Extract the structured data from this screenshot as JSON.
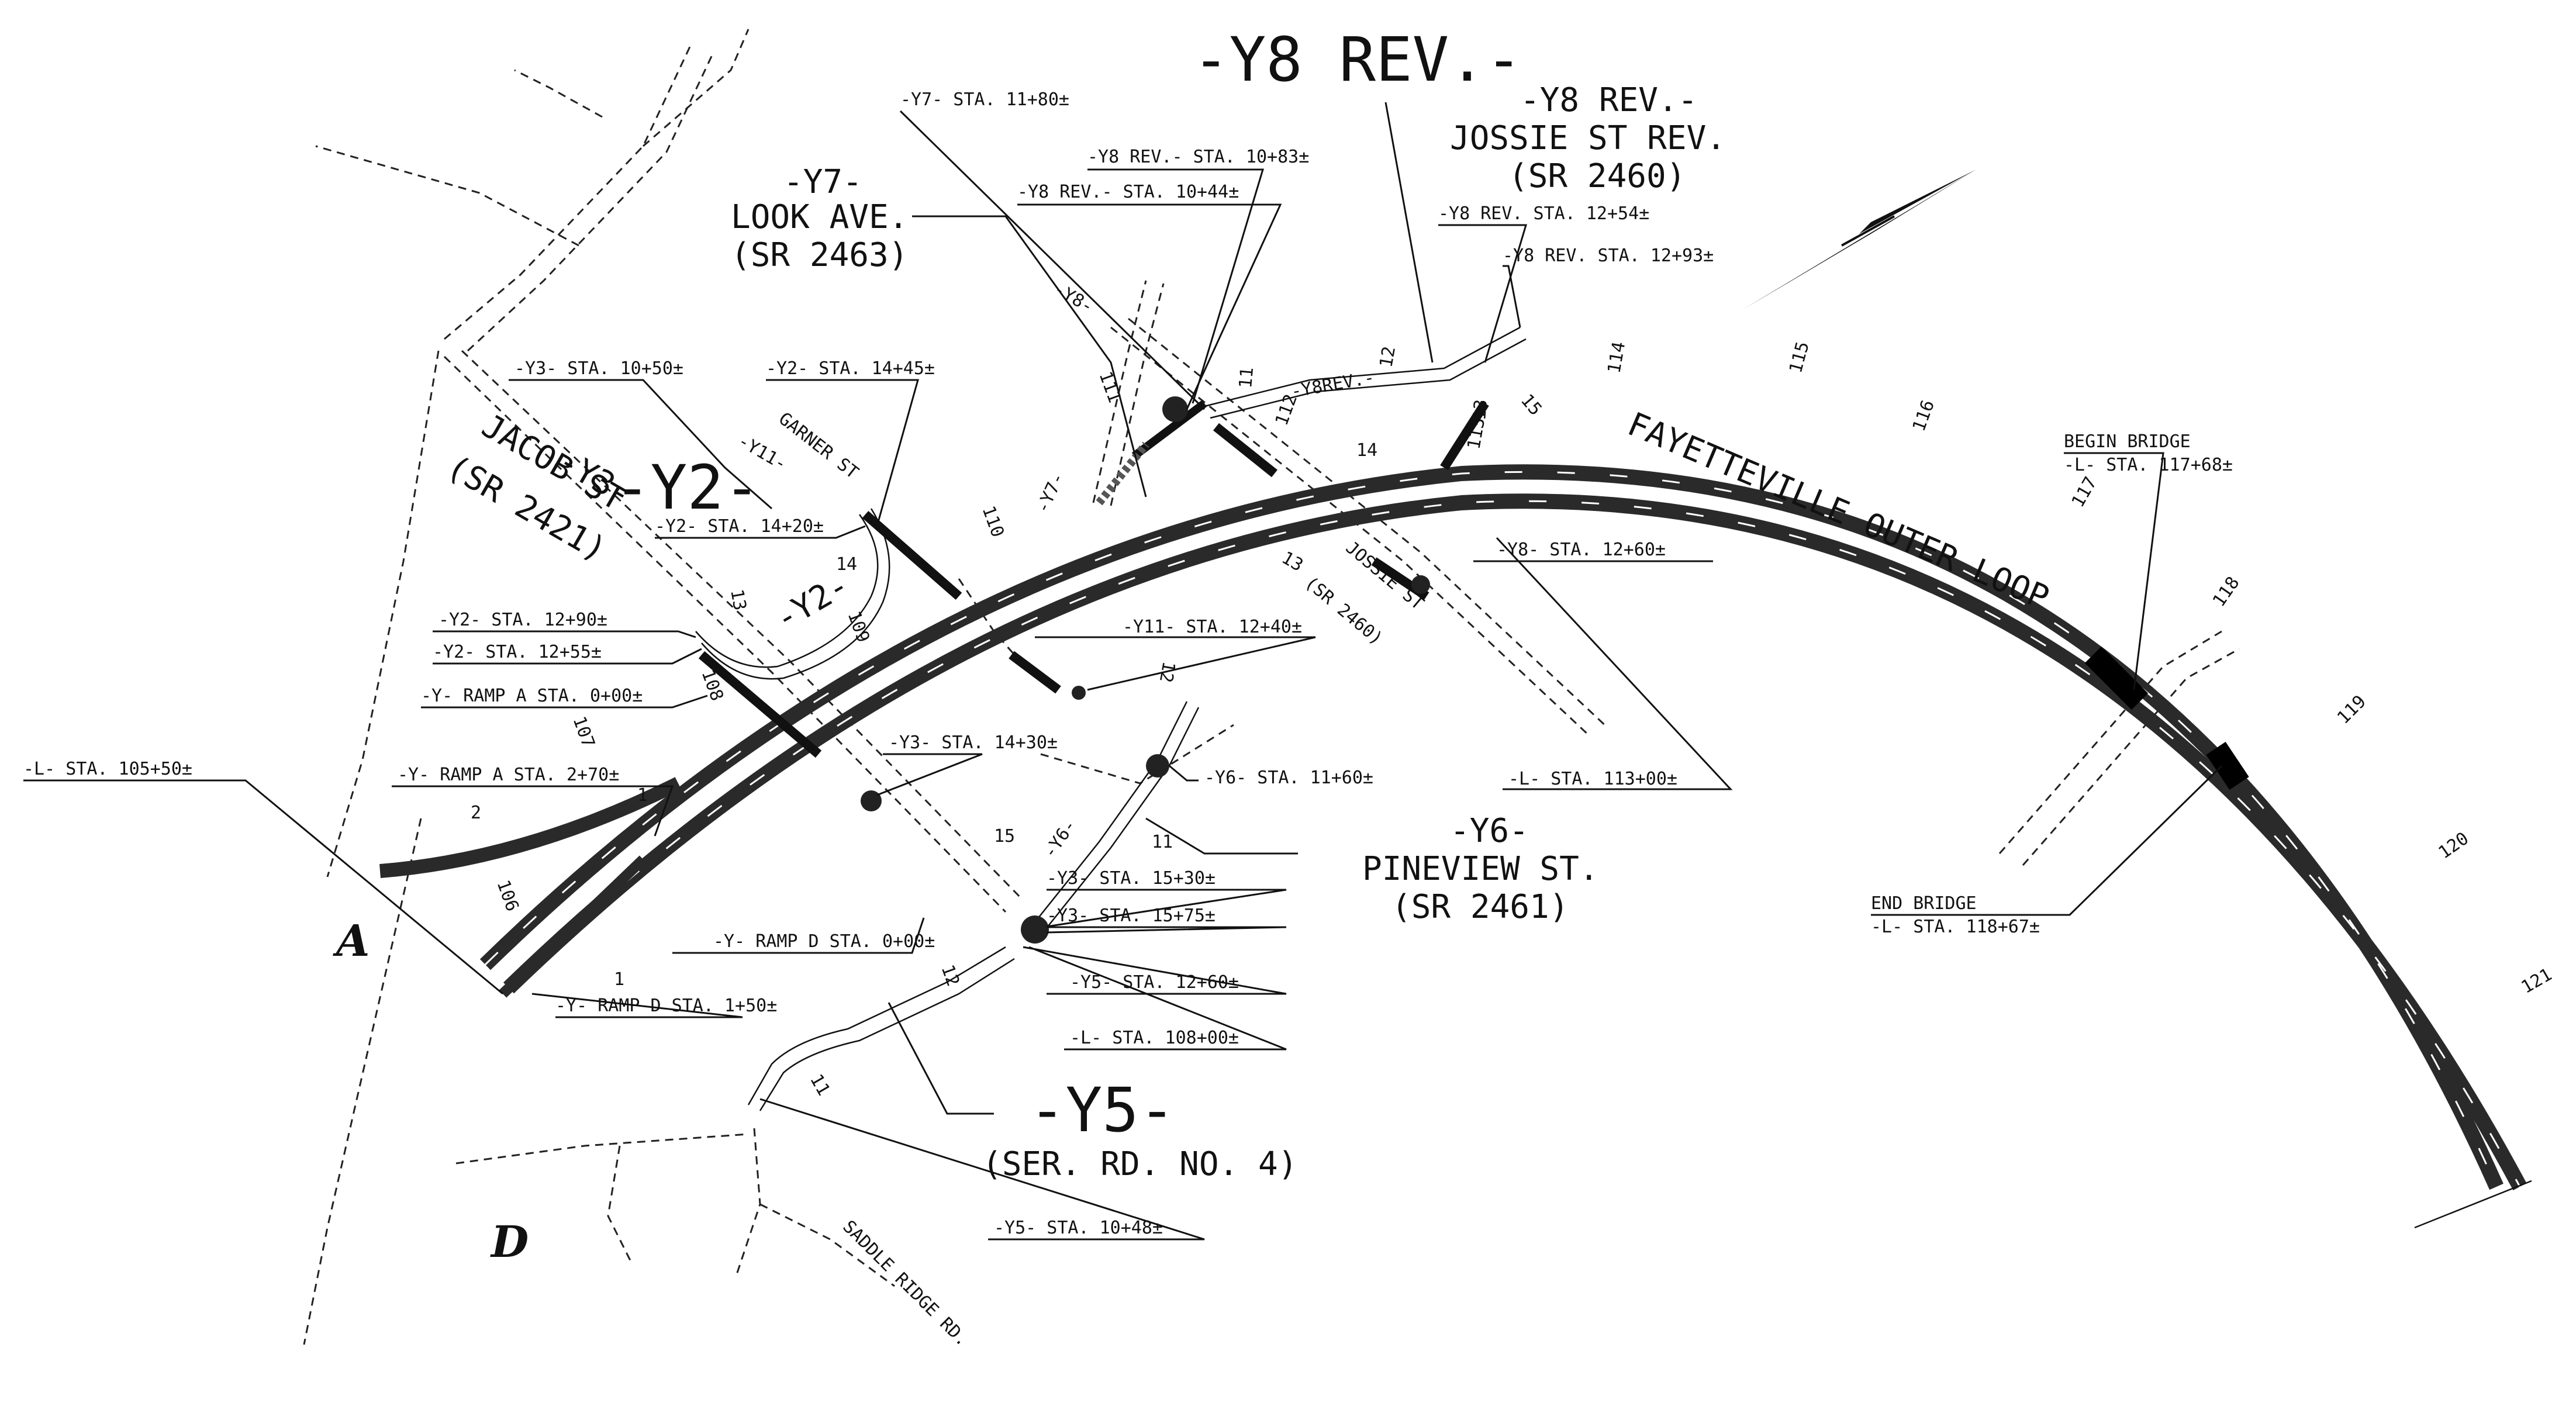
{
  "title": "-Y8 REV.-",
  "main_route": "FAYETTEVILLE OUTER LOOP",
  "sheet_markers": [
    "A",
    "D"
  ],
  "street_names": {
    "y2": "-Y2-",
    "y2_small": "-Y2-",
    "y3": "-Y3-",
    "y3_street": "JACOB ST",
    "y3_sr": "(SR 2421)",
    "y11": "-Y11-",
    "garner": "GARNER ST",
    "y7_short": "-Y7-",
    "y8": "-Y8-",
    "y8rev_short": "-Y8REV.-",
    "jossie": "JOSSIE ST",
    "jossie_sr": "(SR 2460)",
    "y6_short": "-Y6-",
    "saddle": "SADDLE RIDGE RD."
  },
  "callouts": {
    "y7": [
      "-Y7-",
      "LOOK AVE.",
      "(SR 2463)"
    ],
    "y8rev": [
      "-Y8 REV.-",
      "JOSSIE ST REV.",
      "(SR 2460)"
    ],
    "y6": [
      "-Y6-",
      "PINEVIEW ST.",
      "(SR 2461)"
    ],
    "y5": [
      "-Y5-",
      "(SER. RD. NO. 4)"
    ]
  },
  "bridge": {
    "begin": "BEGIN BRIDGE",
    "begin_sta": "-L- STA. 117+68±",
    "end": "END BRIDGE",
    "end_sta": "-L- STA. 118+67±"
  },
  "stations": [
    "-Y7- STA. 11+80±",
    "-Y8 REV.- STA. 10+83±",
    "-Y8 REV.- STA. 10+44±",
    "-Y8 REV. STA. 12+54±",
    "-Y8 REV. STA. 12+93±",
    "-Y3- STA. 10+50±",
    "-Y2- STA. 14+45±",
    "-Y2- STA. 14+20±",
    "-Y8- STA. 12+60±",
    "-Y2- STA. 12+90±",
    "-Y11- STA. 12+40±",
    "-Y2- STA. 12+55±",
    "-Y- RAMP A STA. 0+00±",
    "-Y3- STA. 14+30±",
    "-L- STA. 105+50±",
    "-Y- RAMP A STA. 2+70±",
    "-Y6- STA. 11+60±",
    "-L- STA. 113+00±",
    "-Y3- STA. 15+30±",
    "-Y3- STA. 15+75±",
    "-Y- RAMP D STA. 0+00±",
    "-Y5- STA. 12+60±",
    "-Y- RAMP D STA. 1+50±",
    "-L- STA. 108+00±",
    "-Y5- STA. 10+48±"
  ],
  "mainline_stations": [
    "106",
    "107",
    "108",
    "109",
    "110",
    "111",
    "112",
    "113",
    "114",
    "115",
    "116",
    "117",
    "118",
    "119",
    "120",
    "121"
  ],
  "side_stations": {
    "ramp_a_1": "1",
    "ramp_a_2": "2",
    "ramp_d_1": "1",
    "y3_13": "13",
    "y2_14": "14",
    "y3_15": "15",
    "y6_11": "11",
    "y11_12": "12",
    "y8_11": "11",
    "y8rev_12": "12",
    "y8_13": "13",
    "y8_14": "14",
    "y8rev_15": "15",
    "y5_11": "11",
    "y5_12": "12",
    "jossie_13": "13"
  }
}
